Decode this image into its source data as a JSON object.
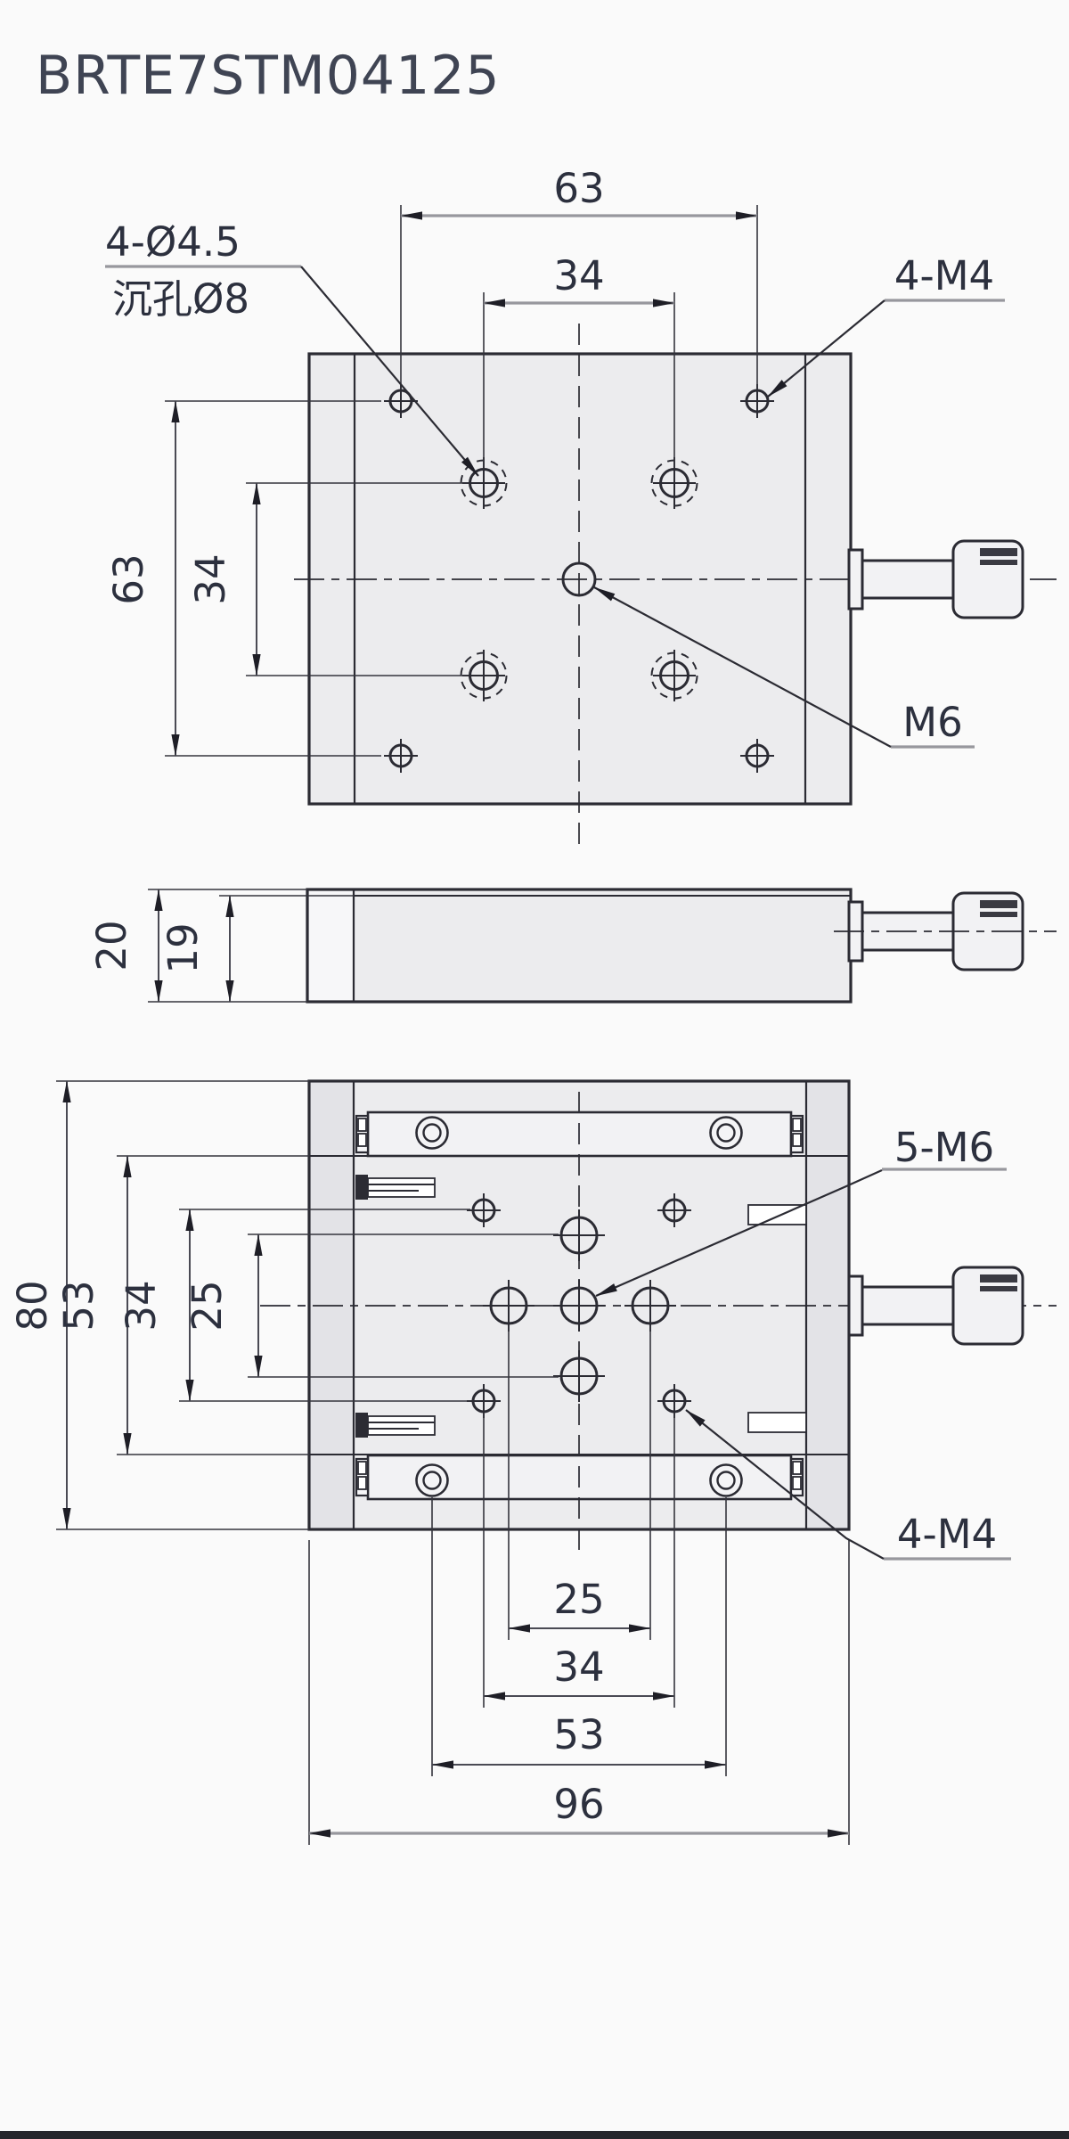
{
  "title": "BRTE7STM04125",
  "top_view": {
    "dim_hole_span_h": "63",
    "dim_counterbore_span_h": "34",
    "dim_hole_span_v": "63",
    "dim_counterbore_span_v": "34",
    "label_counterbore_line1": "4-Ø4.5",
    "label_counterbore_line2": "沉孔Ø8",
    "label_corner_taps": "4-M4",
    "label_center_tap": "M6"
  },
  "side_view": {
    "dim_total_height": "20",
    "dim_base_height": "19"
  },
  "bottom_view": {
    "dim_height_outer": "80",
    "dim_rail_span_v": "53",
    "dim_m4_span_v": "34",
    "dim_m6_span_v": "25",
    "dim_m6_span_h": "25",
    "dim_m4_span_h": "34",
    "dim_rail_span_h": "53",
    "dim_width_outer": "96",
    "label_center_taps": "5-M6",
    "label_corner_taps": "4-M4"
  },
  "colors": {
    "line": "#2b2b33",
    "dim": "#4a4a54",
    "dimgray": "#97979d",
    "text": "#2c303e",
    "title": "#3f4453",
    "fill": "#ececee",
    "fill-band": "#e3e3e7",
    "fill-part": "#f2f2f4",
    "bg": "#fafafa"
  }
}
